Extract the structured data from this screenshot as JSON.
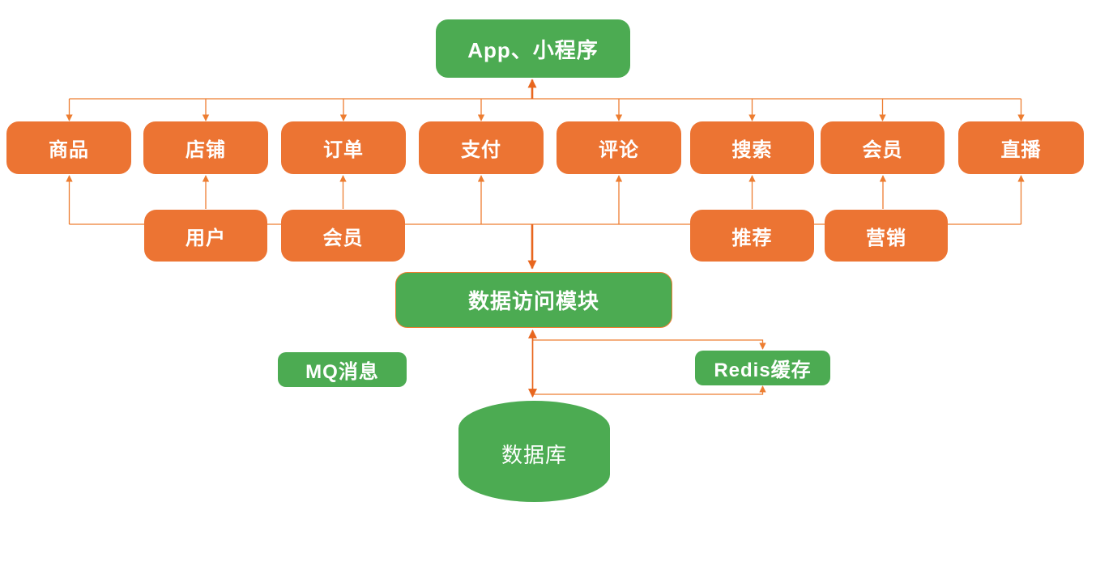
{
  "diagram_title": "App architecture diagram",
  "colors": {
    "module_orange": "#EC7433",
    "system_green": "#4CAB52",
    "connector_line": "#ED7D31",
    "connector_strong": "#E8661E",
    "label_text": "#FFFFFF",
    "background": "#FFFFFF"
  },
  "nodes": {
    "app": {
      "label": "App、小程序"
    },
    "modules_row1": [
      {
        "label": "商品"
      },
      {
        "label": "店铺"
      },
      {
        "label": "订单"
      },
      {
        "label": "支付"
      },
      {
        "label": "评论"
      },
      {
        "label": "搜索"
      },
      {
        "label": "会员"
      },
      {
        "label": "直播"
      }
    ],
    "modules_row2": [
      {
        "label": "用户"
      },
      {
        "label": "会员"
      },
      {
        "label": "推荐"
      },
      {
        "label": "营销"
      }
    ],
    "data_access": {
      "label": "数据访问模块"
    },
    "mq": {
      "label": "MQ消息"
    },
    "redis": {
      "label": "Redis缓存"
    },
    "database": {
      "label": "数据库"
    }
  },
  "edges_summary": [
    "App、小程序 <-> 商品/店铺/订单/支付/评论/搜索/会员/直播 via top bus",
    "用户->店铺, 会员->订单, 推荐->搜索, 营销->会员",
    "lower bus -> 商品, 支付, 评论, 直播 and -> 数据访问模块",
    "数据访问模块 <-> 数据库",
    "数据访问模块 <-> Redis缓存"
  ]
}
